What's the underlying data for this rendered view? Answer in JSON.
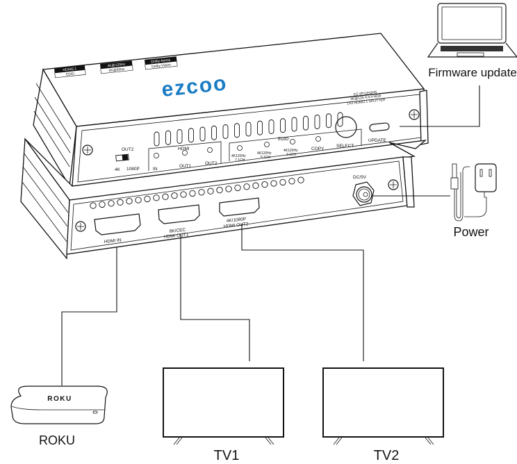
{
  "diagram": {
    "title": "1x2 HDMI 2.1 splitter connection diagram",
    "brand": {
      "logo_text": "ezcoo",
      "logo_color": "#1a7cc4"
    },
    "top_device": {
      "name": "splitter-top-view",
      "badges": [
        {
          "top": "HDMI2.1",
          "bottom": "EDID"
        },
        {
          "top": "4K@120Hz",
          "bottom": "8K@60Hz"
        },
        {
          "top": "Dolby Atmos",
          "bottom": "Dolby Vision"
        }
      ],
      "model_lines": [
        "EZ-SP12H2HS",
        "4K@120 4:4:4 HDR",
        "1X2 HDMI2.1 SPLITTER"
      ],
      "front_panel": {
        "switch_title": "OUT2",
        "switch_options": [
          "4K",
          "1080P"
        ],
        "hdmi_group_title": "HDMI",
        "hdmi_leds": [
          "IN",
          "OUT1",
          "OUT2"
        ],
        "edid_group_title": "EDID",
        "edid_leds": [
          {
            "line1": "4K120Hz",
            "line2": "7.1CH"
          },
          {
            "line1": "4K120Hz",
            "line2": "5.1CH"
          },
          {
            "line1": "4K120Hz",
            "line2": "2.1CH"
          },
          {
            "line1": "COPY",
            "line2": ""
          }
        ],
        "select_label": "SELECT",
        "update_label": "UPDATE"
      }
    },
    "bottom_device": {
      "name": "splitter-rear-view",
      "ports": [
        {
          "line1": "",
          "line2": "HDMI  IN"
        },
        {
          "line1": "8K/CEC",
          "line2": "HDMI  OUT1"
        },
        {
          "line1": "4K/1080P",
          "line2": "HDMI  OUT2"
        }
      ],
      "power_port_label": "DC/5V"
    },
    "peripherals": {
      "laptop_label": "Firmware update",
      "power_label": "Power",
      "source_label": "ROKU",
      "source_device_text": "ROKU",
      "tv1_label": "TV1",
      "tv2_label": "TV2"
    }
  }
}
